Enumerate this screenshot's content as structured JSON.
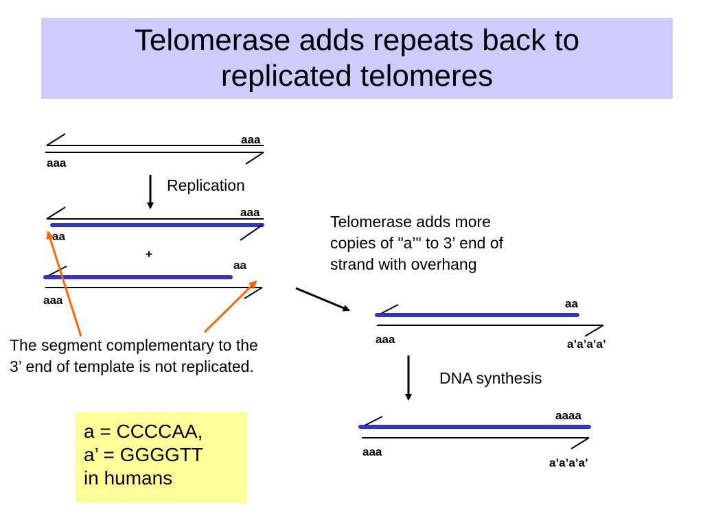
{
  "slide": {
    "title_lines": [
      "Telomerase adds repeats back to",
      "replicated telomeres"
    ]
  },
  "labels": {
    "top_strand_upper_end": "aaa",
    "top_strand_lower_end": "aaa",
    "replication": "Replication",
    "copy1_upper_end": "aaa",
    "copy1_lower_end": "aa",
    "plus": "+",
    "copy2_upper_end": "aa",
    "copy2_lower_end": "aaa",
    "telomerase_note_lines": [
      "Telomerase adds more",
      "copies of \"a’\" to 3’ end of",
      "strand with overhang"
    ],
    "extended_upper_end": "aa",
    "extended_lower_left": "aaa",
    "extended_lower_right": "a’a’a’a’",
    "dna_synthesis": "DNA synthesis",
    "final_upper_end": "aaaa",
    "final_lower_left": "aaa",
    "final_lower_right": "a’a’a’a’",
    "segment_note_lines": [
      "The segment complementary to the",
      "3’ end of template is not replicated."
    ]
  },
  "legend": {
    "lines": [
      "a = CCCCAA,",
      "a’ = GGGGTT",
      "in humans"
    ]
  },
  "colors": {
    "title_background": "#ccccff",
    "new_strand": "#3333cc",
    "pointer_arrow": "#ff6600",
    "legend_background": "#ffff99"
  }
}
